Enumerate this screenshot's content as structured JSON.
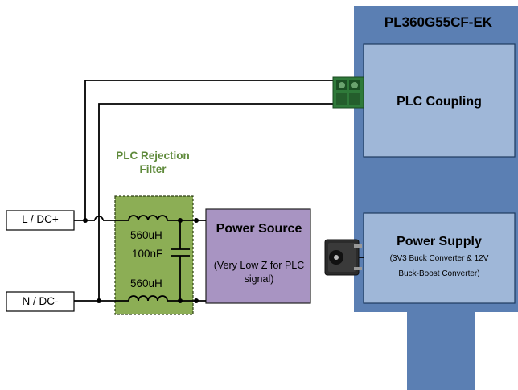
{
  "board": {
    "title": "PL360G55CF-EK",
    "plc_coupling": {
      "label": "PLC Coupling"
    },
    "power_supply": {
      "title": "Power Supply",
      "subtitle_line1": "(3V3 Buck Converter & 12V",
      "subtitle_line2": "Buck-Boost Converter)"
    }
  },
  "filter": {
    "title": "PLC Rejection Filter",
    "inductor_top": "560uH",
    "capacitor": "100nF",
    "inductor_bottom": "560uH"
  },
  "power_source": {
    "title": "Power Source",
    "subtitle": "(Very Low Z for PLC signal)"
  },
  "terminals": {
    "line": "L / DC+",
    "neutral": "N / DC-"
  },
  "icons": [
    "terminal-block-icon",
    "dc-barrel-jack-icon"
  ],
  "colors": {
    "board": "#5b7fb3",
    "board_block": "#9fb7d8",
    "filter_fill": "#8cae55",
    "filter_text": "#5f8a3b",
    "power_source_fill": "#a894c2",
    "terminal_block": "#2f7a3a"
  }
}
